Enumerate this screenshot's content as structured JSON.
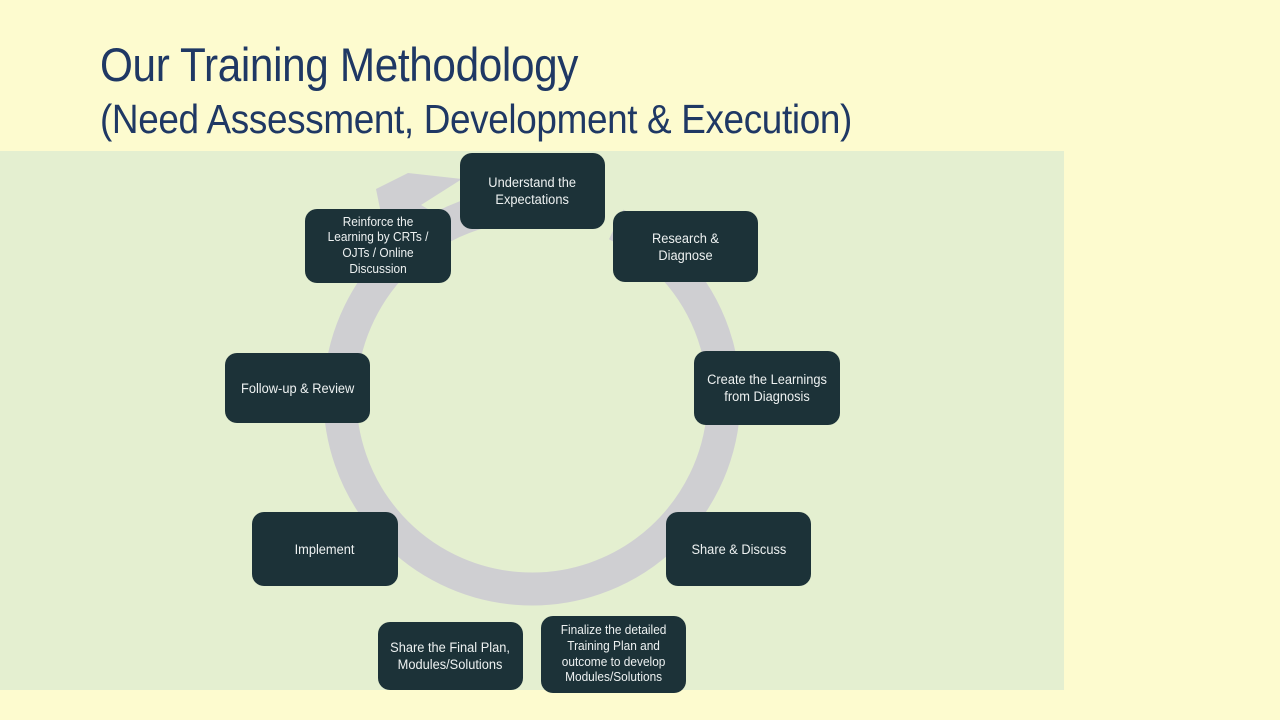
{
  "slide": {
    "title_main": "Our Training Methodology",
    "title_sub": "(Need Assessment, Development & Execution)",
    "background_color": "#FDFBCF",
    "panel_color": "#E4EFD0",
    "title_color": "#1F3864",
    "node_color": "#1C3238",
    "node_text_color": "#EDF1F1",
    "ring_color": "#CFCFD2"
  },
  "diagram": {
    "type": "cycle",
    "direction": "clockwise",
    "step_count": 9,
    "arrow_name": "cycle-arrowhead",
    "steps": [
      {
        "index": 1,
        "label": "Understand the\nExpectations",
        "position": "top"
      },
      {
        "index": 2,
        "label": "Research & Diagnose",
        "position": "top-right"
      },
      {
        "index": 3,
        "label": "Create the Learnings\nfrom Diagnosis",
        "position": "right-upper"
      },
      {
        "index": 4,
        "label": "Share & Discuss",
        "position": "right-lower"
      },
      {
        "index": 5,
        "label": "Finalize the detailed\nTraining Plan and\noutcome to  develop\nModules/Solutions",
        "position": "bottom-right"
      },
      {
        "index": 6,
        "label": "Share the Final Plan,\nModules/Solutions",
        "position": "bottom-left"
      },
      {
        "index": 7,
        "label": "Implement",
        "position": "left-lower"
      },
      {
        "index": 8,
        "label": "Follow-up & Review",
        "position": "left-upper"
      },
      {
        "index": 9,
        "label": "Reinforce the\nLearning by CRTs /\nOJTs / Online\nDiscussion",
        "position": "top-left"
      }
    ]
  }
}
